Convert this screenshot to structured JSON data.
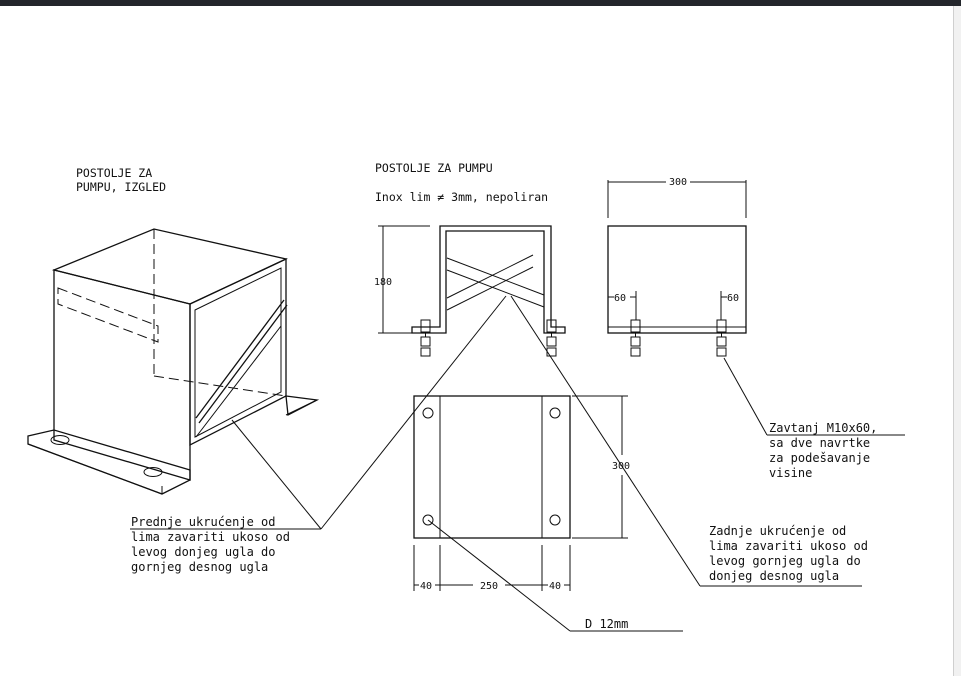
{
  "iso_title": [
    "POSTOLJE  ZA",
    "PUMPU, IZGLED"
  ],
  "front_title": "POSTOLJE  ZA  PUMPU",
  "material_note": "Inox lim ≠ 3mm,  nepoliran",
  "dims": {
    "height_180": "180",
    "width_300": "300",
    "offset_left_60": "60",
    "offset_right_60": "60",
    "height_300": "300",
    "left_40": "40",
    "middle_250": "250",
    "right_40": "40"
  },
  "notes": {
    "bolt": [
      "Zavtanj M10x60,",
      "sa dve navrtke",
      "za podešavanje",
      "visine"
    ],
    "front_brace": [
      "Prednje ukrućenje od",
      "lima zavariti ukoso od",
      "levog donjeg ugla do",
      "gornjeg desnog ugla"
    ],
    "rear_brace": [
      "Zadnje ukrućenje od",
      "lima zavariti ukoso od",
      "levog gornjeg ugla do",
      "donjeg desnog ugla"
    ],
    "hole": "D 12mm"
  }
}
